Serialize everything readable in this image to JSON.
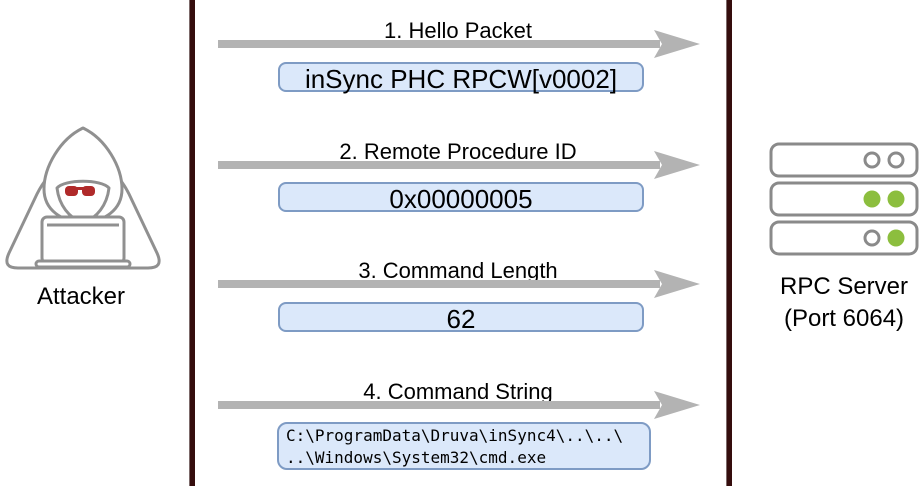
{
  "actors": {
    "attacker": {
      "label": "Attacker",
      "icon": "hooded-hacker-with-laptop"
    },
    "server": {
      "label_line1": "RPC Server",
      "label_line2": "(Port 6064)",
      "icon": "server-rack"
    }
  },
  "messages": [
    {
      "label": "1. Hello Packet",
      "value": "inSync PHC RPCW[v0002]"
    },
    {
      "label": "2. Remote Procedure ID",
      "value": "0x00000005"
    },
    {
      "label": "3. Command Length",
      "value": "62"
    },
    {
      "label": "4. Command String",
      "value_lines": [
        "C:\\ProgramData\\Druva\\inSync4\\..\\..\\",
        "..\\Windows\\System32\\cmd.exe"
      ]
    }
  ],
  "colors": {
    "lifeline": "#350d0d",
    "arrow": "#b3b3b3",
    "box_fill": "#dbe8fa",
    "box_border": "#7e9bc4",
    "icon_stroke": "#909090",
    "glasses_red": "#b02a2a",
    "led_green": "#8cbe3e"
  }
}
